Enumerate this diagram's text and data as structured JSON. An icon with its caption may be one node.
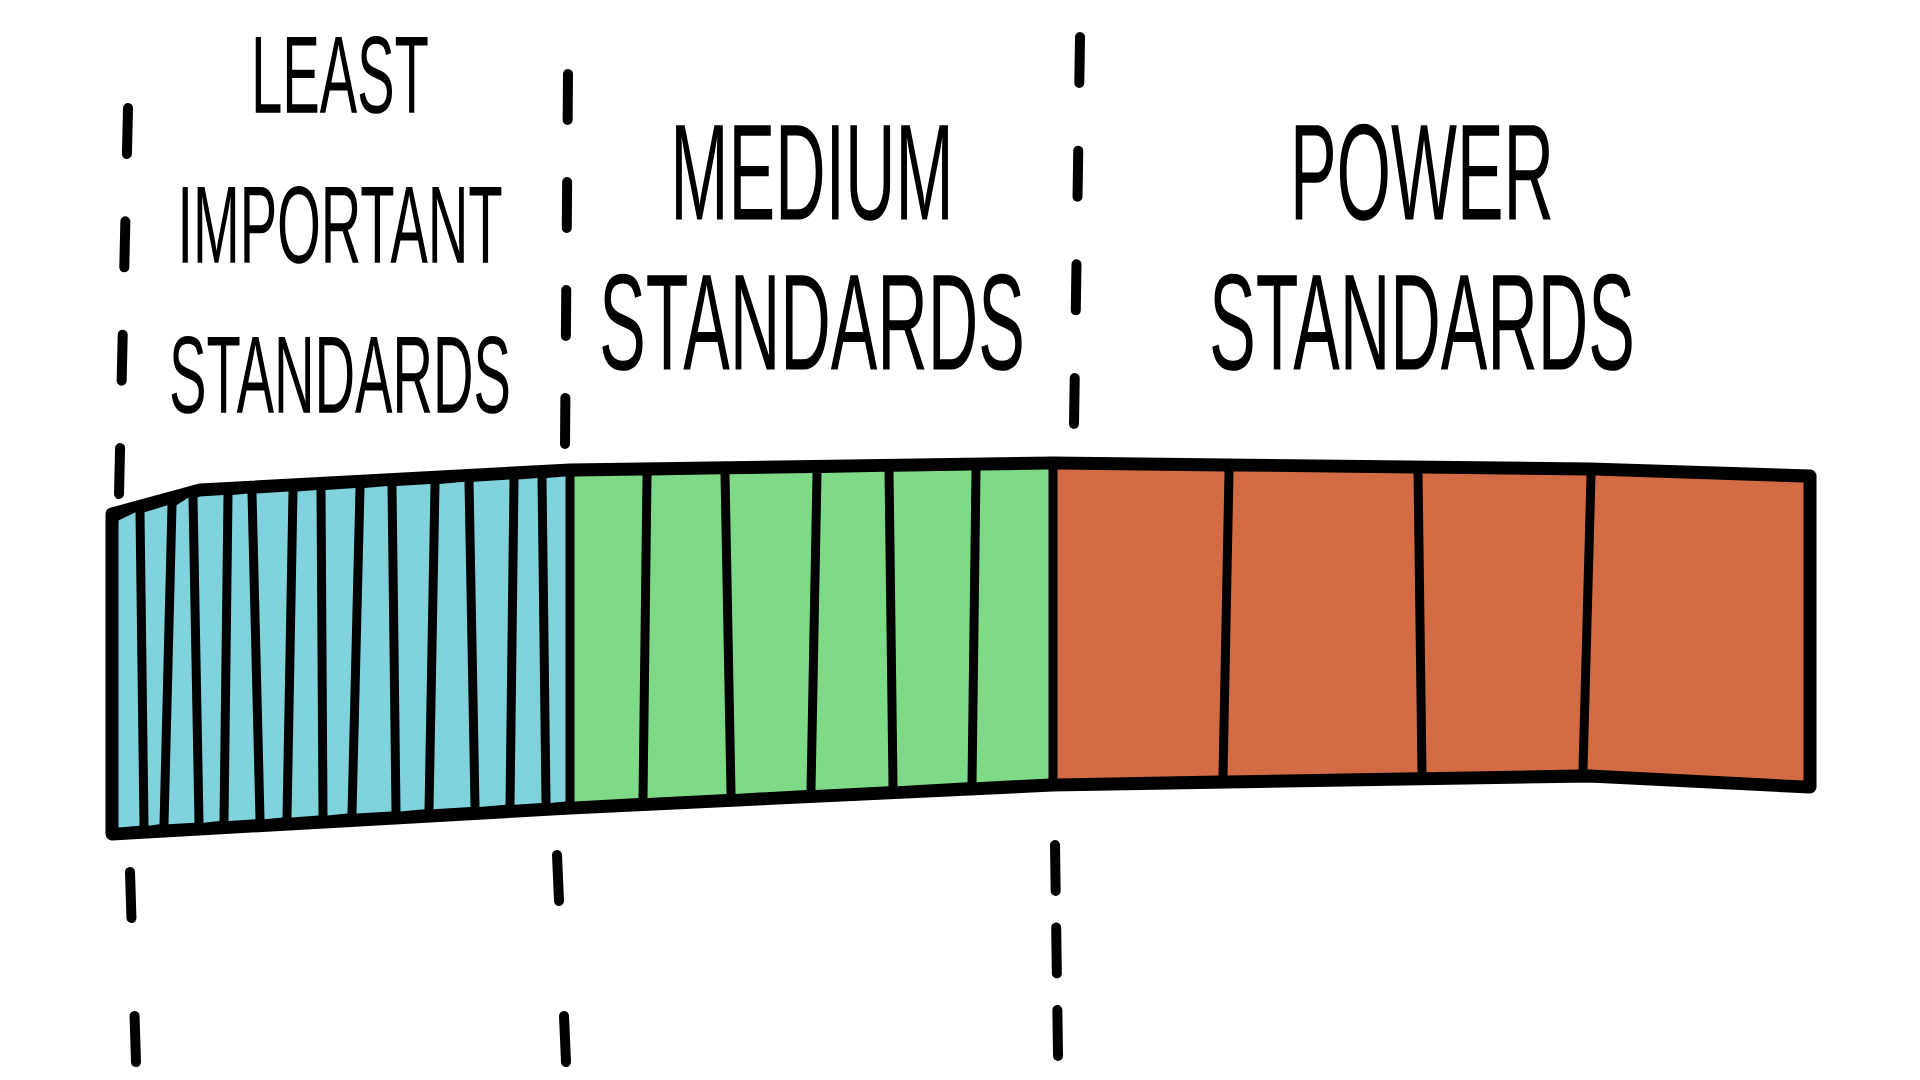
{
  "diagram": {
    "labels": [
      "LEAST IMPORTANT STANDARDS",
      "MEDIUM STANDARDS",
      "POWER STANDARDS"
    ]
  }
}
